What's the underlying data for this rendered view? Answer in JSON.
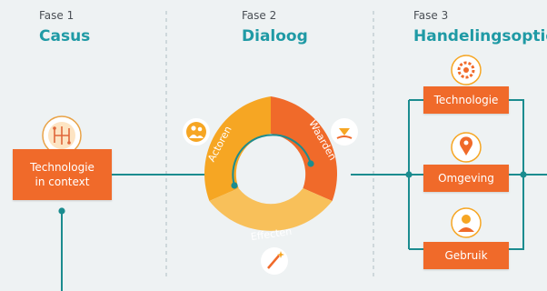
{
  "phases": [
    {
      "number": "Fase 1",
      "title": "Casus"
    },
    {
      "number": "Fase 2",
      "title": "Dialoog"
    },
    {
      "number": "Fase 3",
      "title": "Handelingsopties"
    }
  ],
  "casus_box": {
    "line1": "Technologie",
    "line2": "in context"
  },
  "ring_labels": {
    "actoren": "Actoren",
    "waarden": "Waarden",
    "effecten": "Effecten"
  },
  "options": [
    {
      "label": "Technologie",
      "icon": "gear-icon"
    },
    {
      "label": "Omgeving",
      "icon": "location-pin-icon"
    },
    {
      "label": "Gebruik",
      "icon": "person-icon"
    }
  ],
  "icons": {
    "casus": "circuit-brain-icon",
    "actoren": "people-icon",
    "waarden": "diamond-hand-icon",
    "effecten": "magic-wand-icon"
  },
  "colors": {
    "background": "#eef2f3",
    "accent_teal": "#1f9aa5",
    "connector": "#1b8c8f",
    "orange": "#f06a2a",
    "yellow_orange": "#f6a623",
    "light_orange": "#f8c05a"
  }
}
